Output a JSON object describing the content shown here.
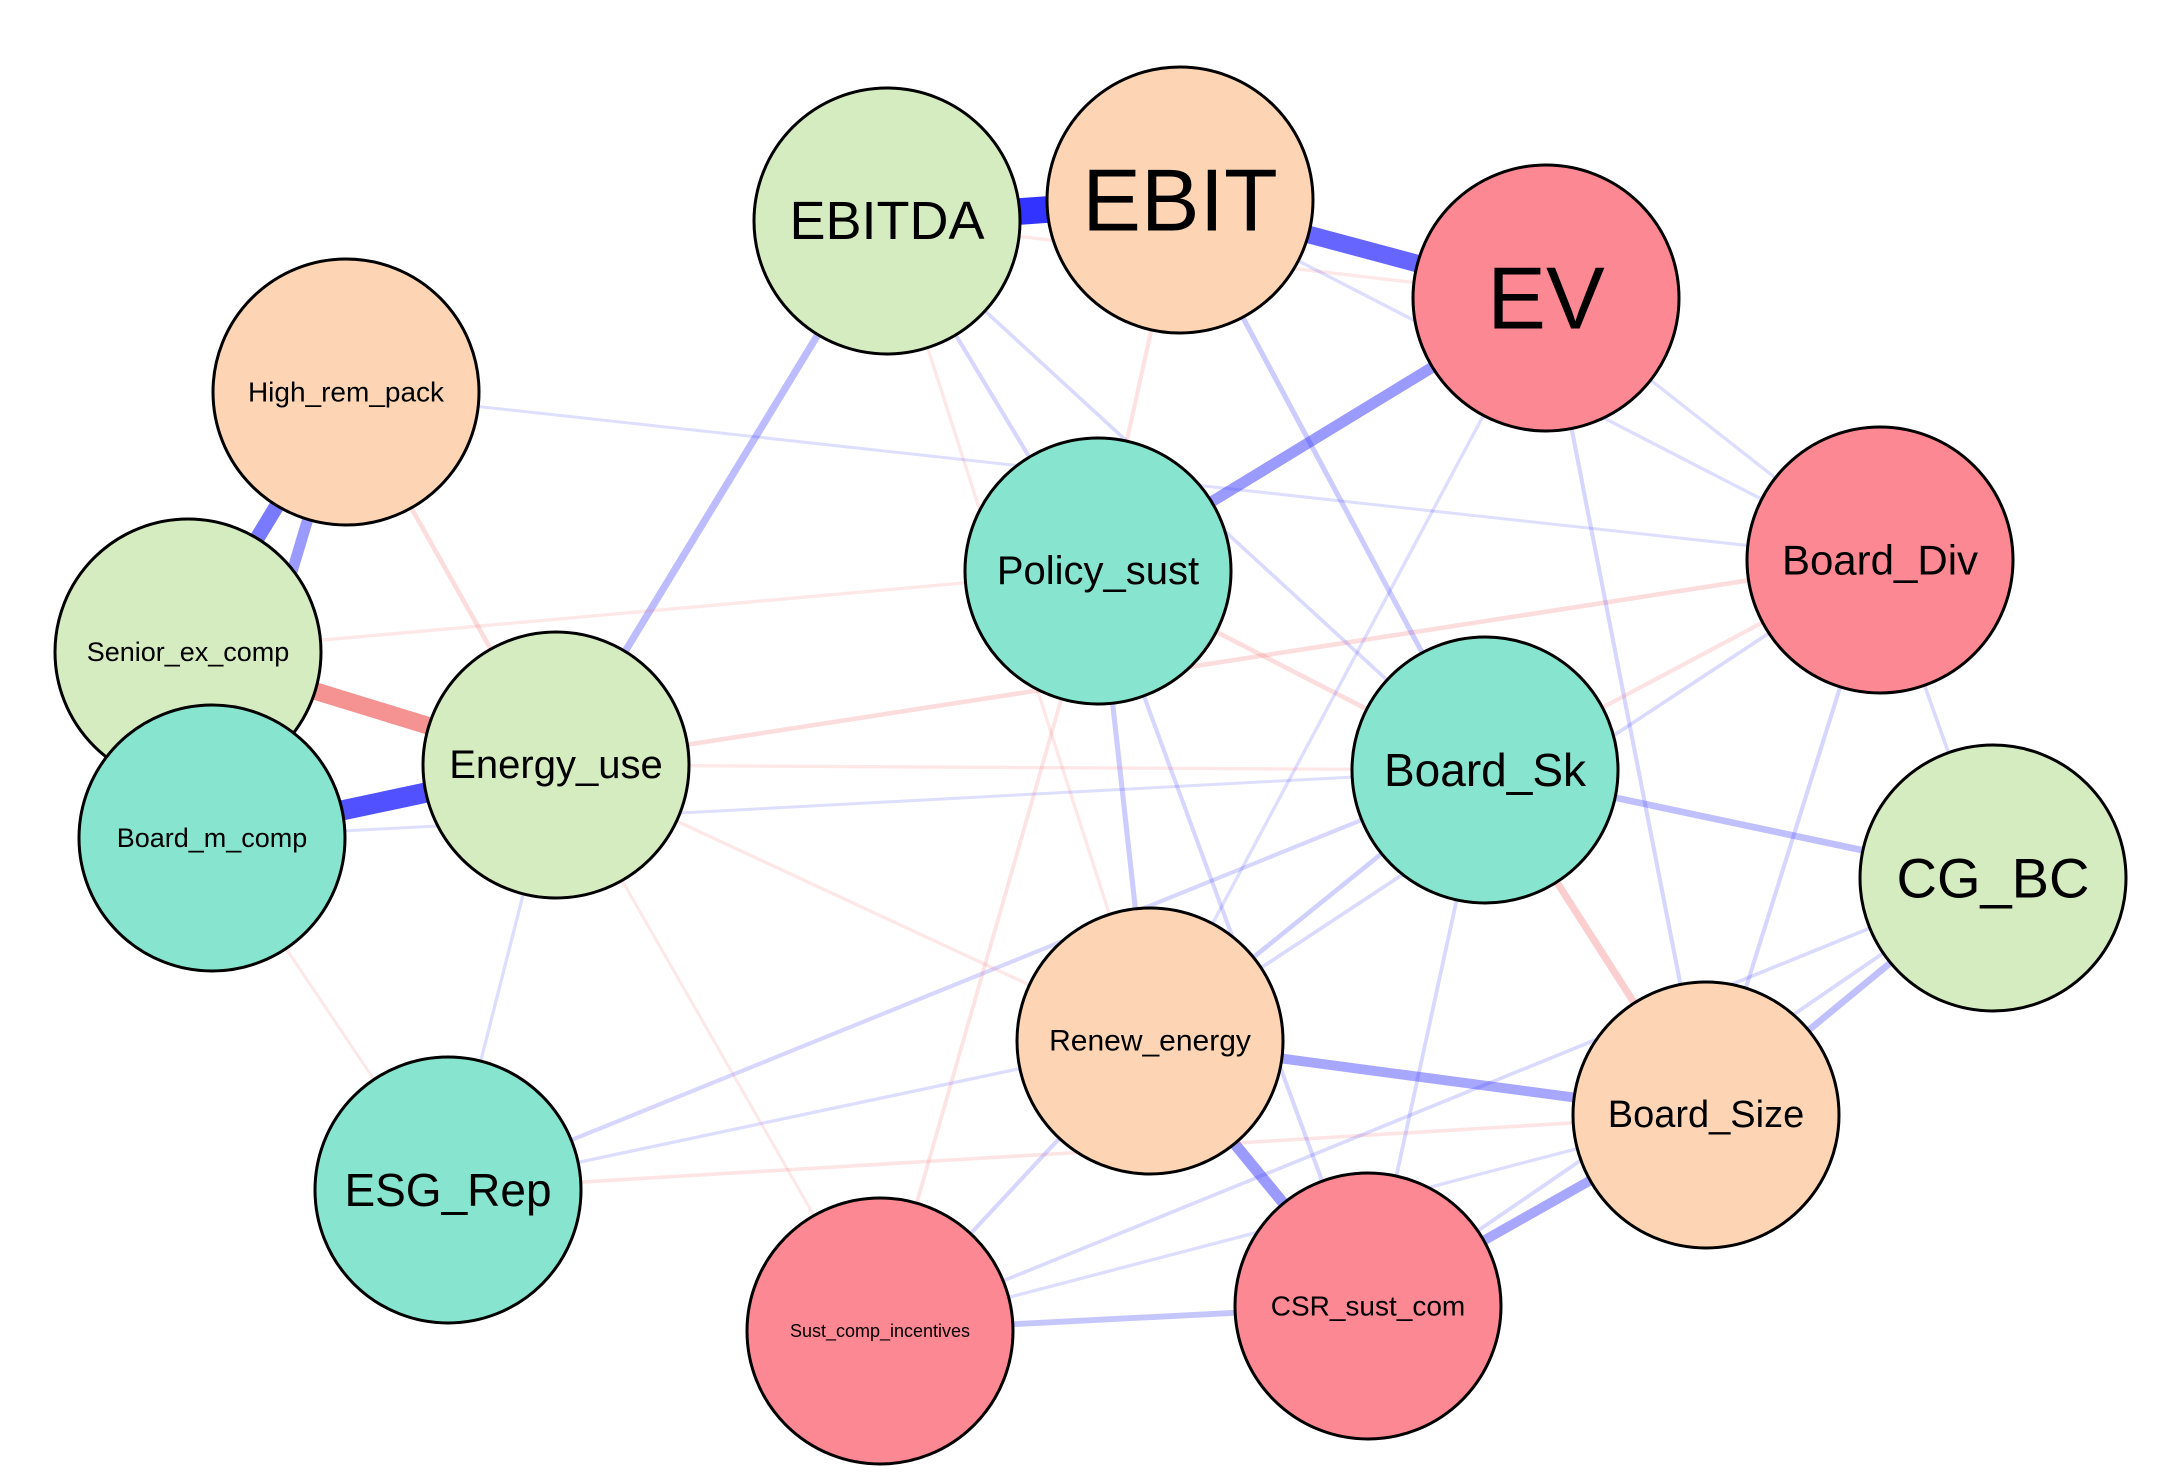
{
  "diagram": {
    "palette": {
      "salmon": "#FDD5B5",
      "green": "#D5EBC0",
      "teal": "#87E5CF",
      "pink": "#FC8893",
      "edge_positive": "#3333FF",
      "edge_negative": "#F26E6E"
    },
    "nodes": [
      {
        "id": "EBITDA",
        "label": "EBITDA",
        "color": "green"
      },
      {
        "id": "EBIT",
        "label": "EBIT",
        "color": "salmon"
      },
      {
        "id": "EV",
        "label": "EV",
        "color": "pink"
      },
      {
        "id": "High_rem_pack",
        "label": "High_rem_pack",
        "color": "salmon"
      },
      {
        "id": "Senior_ex_comp",
        "label": "Senior_ex_comp",
        "color": "green"
      },
      {
        "id": "Board_m_comp",
        "label": "Board_m_comp",
        "color": "teal"
      },
      {
        "id": "Energy_use",
        "label": "Energy_use",
        "color": "green"
      },
      {
        "id": "Policy_sust",
        "label": "Policy_sust",
        "color": "teal"
      },
      {
        "id": "Board_Div",
        "label": "Board_Div",
        "color": "pink"
      },
      {
        "id": "Board_Sk",
        "label": "Board_Sk",
        "color": "teal"
      },
      {
        "id": "CG_BC",
        "label": "CG_BC",
        "color": "green"
      },
      {
        "id": "Renew_energy",
        "label": "Renew_energy",
        "color": "salmon"
      },
      {
        "id": "Board_Size",
        "label": "Board_Size",
        "color": "salmon"
      },
      {
        "id": "ESG_Rep",
        "label": "ESG_Rep",
        "color": "teal"
      },
      {
        "id": "Sust_comp_incentives",
        "label": "Sust_comp_incentives",
        "color": "pink"
      },
      {
        "id": "CSR_sust_com",
        "label": "CSR_sust_com",
        "color": "pink"
      }
    ],
    "edges": [
      {
        "source": "EBITDA",
        "target": "EBIT",
        "weight": 0.95,
        "sign": "positive"
      },
      {
        "source": "EBIT",
        "target": "EV",
        "weight": 0.6,
        "sign": "positive"
      },
      {
        "source": "Board_m_comp",
        "target": "Energy_use",
        "weight": 0.7,
        "sign": "positive"
      },
      {
        "source": "Senior_ex_comp",
        "target": "Energy_use",
        "weight": 0.6,
        "sign": "negative"
      },
      {
        "source": "High_rem_pack",
        "target": "Senior_ex_comp",
        "weight": 0.5,
        "sign": "positive"
      },
      {
        "source": "High_rem_pack",
        "target": "Board_m_comp",
        "weight": 0.35,
        "sign": "positive"
      },
      {
        "source": "EV",
        "target": "Policy_sust",
        "weight": 0.35,
        "sign": "positive"
      },
      {
        "source": "Renew_energy",
        "target": "Board_Size",
        "weight": 0.3,
        "sign": "positive"
      },
      {
        "source": "Renew_energy",
        "target": "CSR_sust_com",
        "weight": 0.35,
        "sign": "positive"
      },
      {
        "source": "Board_Size",
        "target": "CSR_sust_com",
        "weight": 0.3,
        "sign": "positive"
      },
      {
        "source": "EBITDA",
        "target": "Energy_use",
        "weight": 0.2,
        "sign": "positive"
      },
      {
        "source": "Board_Sk",
        "target": "Board_Size",
        "weight": 0.2,
        "sign": "negative"
      },
      {
        "source": "Board_Sk",
        "target": "CG_BC",
        "weight": 0.18,
        "sign": "positive"
      },
      {
        "source": "Board_Size",
        "target": "CG_BC",
        "weight": 0.18,
        "sign": "positive"
      },
      {
        "source": "Sust_comp_incentives",
        "target": "CSR_sust_com",
        "weight": 0.15,
        "sign": "positive"
      },
      {
        "source": "Policy_sust",
        "target": "Renew_energy",
        "weight": 0.12,
        "sign": "positive"
      },
      {
        "source": "Energy_use",
        "target": "Board_Div",
        "weight": 0.1,
        "sign": "negative"
      },
      {
        "source": "High_rem_pack",
        "target": "Energy_use",
        "weight": 0.1,
        "sign": "negative"
      },
      {
        "source": "EBIT",
        "target": "Board_Sk",
        "weight": 0.12,
        "sign": "positive"
      },
      {
        "source": "EV",
        "target": "Board_Size",
        "weight": 0.08,
        "sign": "positive"
      },
      {
        "source": "Policy_sust",
        "target": "Board_Sk",
        "weight": 0.1,
        "sign": "negative"
      },
      {
        "source": "EBIT",
        "target": "Policy_sust",
        "weight": 0.08,
        "sign": "negative"
      },
      {
        "source": "EBITDA",
        "target": "Policy_sust",
        "weight": 0.08,
        "sign": "positive"
      },
      {
        "source": "Board_Div",
        "target": "Board_Sk",
        "weight": 0.08,
        "sign": "negative"
      },
      {
        "source": "Board_Div",
        "target": "Board_Size",
        "weight": 0.08,
        "sign": "positive"
      },
      {
        "source": "Board_Div",
        "target": "CG_BC",
        "weight": 0.06,
        "sign": "positive"
      },
      {
        "source": "Board_Sk",
        "target": "Renew_energy",
        "weight": 0.1,
        "sign": "positive"
      },
      {
        "source": "ESG_Rep",
        "target": "Board_Sk",
        "weight": 0.08,
        "sign": "positive"
      },
      {
        "source": "ESG_Rep",
        "target": "Board_Size",
        "weight": 0.06,
        "sign": "negative"
      },
      {
        "source": "ESG_Rep",
        "target": "Energy_use",
        "weight": 0.05,
        "sign": "positive"
      },
      {
        "source": "Policy_sust",
        "target": "Sust_comp_incentives",
        "weight": 0.07,
        "sign": "negative"
      },
      {
        "source": "Renew_energy",
        "target": "Sust_comp_incentives",
        "weight": 0.08,
        "sign": "positive"
      },
      {
        "source": "Policy_sust",
        "target": "CSR_sust_com",
        "weight": 0.08,
        "sign": "positive"
      },
      {
        "source": "Board_Sk",
        "target": "CSR_sust_com",
        "weight": 0.07,
        "sign": "positive"
      },
      {
        "source": "CG_BC",
        "target": "CSR_sust_com",
        "weight": 0.07,
        "sign": "positive"
      },
      {
        "source": "CG_BC",
        "target": "Sust_comp_incentives",
        "weight": 0.06,
        "sign": "positive"
      },
      {
        "source": "Board_Div",
        "target": "Renew_energy",
        "weight": 0.06,
        "sign": "positive"
      },
      {
        "source": "EBITDA",
        "target": "Board_Sk",
        "weight": 0.06,
        "sign": "positive"
      },
      {
        "source": "EBITDA",
        "target": "EV",
        "weight": 0.05,
        "sign": "negative"
      },
      {
        "source": "EBITDA",
        "target": "Renew_energy",
        "weight": 0.05,
        "sign": "negative"
      },
      {
        "source": "EV",
        "target": "Renew_energy",
        "weight": 0.05,
        "sign": "positive"
      },
      {
        "source": "EV",
        "target": "Board_Div",
        "weight": 0.05,
        "sign": "positive"
      },
      {
        "source": "EBIT",
        "target": "Board_Div",
        "weight": 0.05,
        "sign": "positive"
      },
      {
        "source": "Energy_use",
        "target": "Renew_energy",
        "weight": 0.05,
        "sign": "negative"
      },
      {
        "source": "Energy_use",
        "target": "Board_Sk",
        "weight": 0.05,
        "sign": "negative"
      },
      {
        "source": "Senior_ex_comp",
        "target": "Policy_sust",
        "weight": 0.05,
        "sign": "negative"
      },
      {
        "source": "Board_m_comp",
        "target": "Board_Sk",
        "weight": 0.04,
        "sign": "positive"
      },
      {
        "source": "High_rem_pack",
        "target": "Board_Div",
        "weight": 0.04,
        "sign": "positive"
      },
      {
        "source": "ESG_Rep",
        "target": "Renew_energy",
        "weight": 0.05,
        "sign": "positive"
      },
      {
        "source": "Board_m_comp",
        "target": "ESG_Rep",
        "weight": 0.04,
        "sign": "negative"
      },
      {
        "source": "Sust_comp_incentives",
        "target": "Board_Size",
        "weight": 0.05,
        "sign": "positive"
      },
      {
        "source": "Energy_use",
        "target": "Sust_comp_incentives",
        "weight": 0.04,
        "sign": "negative"
      },
      {
        "source": "Senior_ex_comp",
        "target": "Board_m_comp",
        "weight": 0.08,
        "sign": "positive"
      }
    ]
  }
}
